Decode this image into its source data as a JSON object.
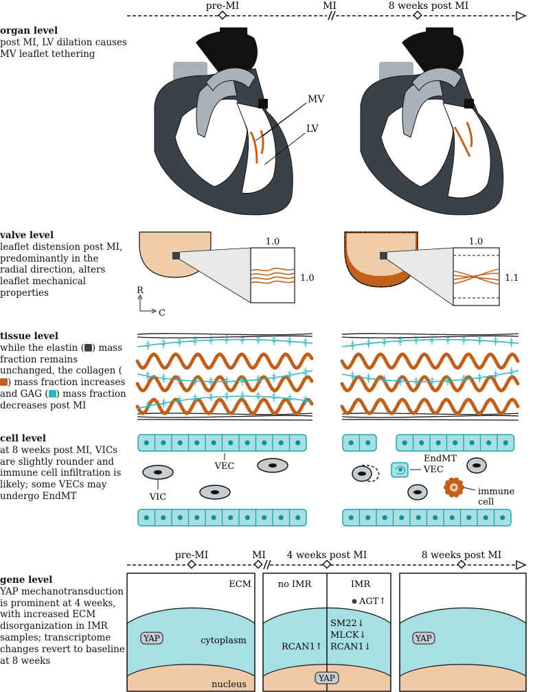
{
  "timeline_top": {
    "pre_mi": "pre-MI",
    "mi": "MI",
    "post": "8 weeks post MI"
  },
  "organ": {
    "title": "organ level",
    "desc": "post MI, LV dilation causes MV leaflet tethering",
    "mv_label": "MV",
    "lv_label": "LV"
  },
  "valve": {
    "title": "valve level",
    "desc": "leaflet distension post MI, predominantly in the radial direction, alters leaflet mechanical properties",
    "pre_width": "1.0",
    "pre_height": "1.0",
    "post_width": "1.0",
    "post_height": "1.1",
    "axis_r": "R",
    "axis_c": "C"
  },
  "tissue": {
    "title": "tissue level",
    "desc_1": "while the elastin (",
    "desc_2": ") mass fraction remains unchanged, the collagen (",
    "desc_3": ") mass fraction increases and GAG (",
    "desc_4": ") mass fraction decreases post MI"
  },
  "cell": {
    "title": "cell level",
    "desc": "at 8 weeks post MI, VICs are slightly rounder and immune cell infiltration is likely; some VECs may undergo EndMT",
    "vec_label": "VEC",
    "vic_label": "VIC",
    "endmt_label": "EndMT",
    "endmt_vec_label": "VEC",
    "immune_label": "immune",
    "immune_label_2": "cell"
  },
  "timeline_bottom": {
    "pre_mi": "pre-MI",
    "mi": "MI",
    "mid": "4 weeks post MI",
    "post": "8 weeks post MI"
  },
  "gene": {
    "title": "gene level",
    "desc": "YAP mechanotransduction is prominent at 4 weeks, with increased ECM disorganization in IMR samples; transcriptome changes revert to baseline at 8 weeks",
    "ecm": "ECM",
    "cytoplasm": "cytoplasm",
    "nucleus": "nucleus",
    "yap": "YAP",
    "no_imr": "no IMR",
    "imr": "IMR",
    "agt": "AGT↑",
    "sm22": "SM22↓",
    "mlck": "MLCK↓",
    "rcan1_down": "RCAN1↓",
    "rcan1_up": "RCAN1↑"
  },
  "colors": {
    "heart_dark": "#3a4148",
    "heart_light": "#a7b2bb",
    "collagen": "#c0601a",
    "gag": "#2fb5bd",
    "cell_fill": "#a8dfe3",
    "leaflet": "#f0ccaa",
    "nucleus_fill": "#f0c9a8"
  }
}
